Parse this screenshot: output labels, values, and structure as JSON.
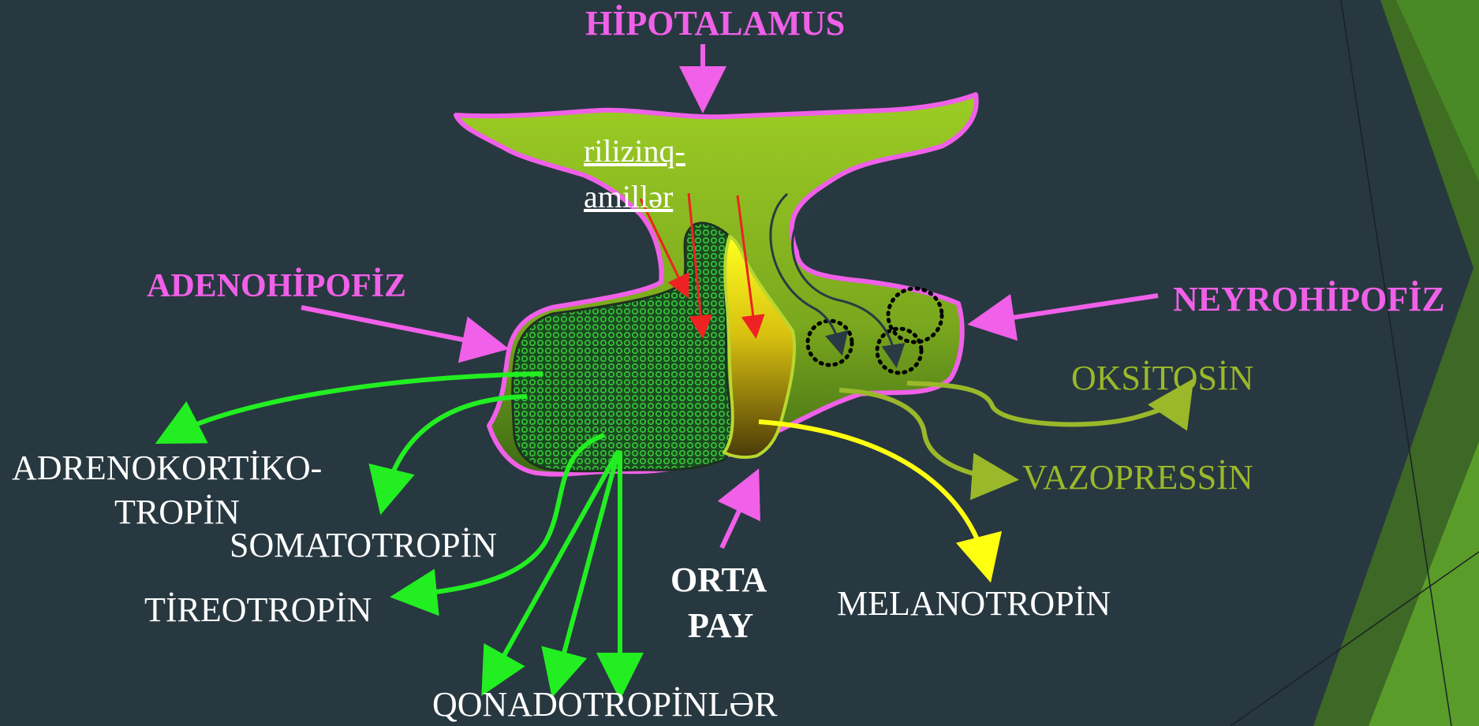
{
  "labels": {
    "hypothalamus": "HİPOTALAMUS",
    "adenohypophysis": "ADENOHİPOFİZ",
    "neurohypophysis": "NEYROHİPOFİZ",
    "releasing_factors_line1": "rilizinq-",
    "releasing_factors_line2": "amillər",
    "oxytocin": "OKSİTOSİN",
    "vasopressin": "VAZOPRESSİN",
    "melanotropin": "MELANOTROPİN",
    "middle_lobe_line1": "ORTA",
    "middle_lobe_line2": "PAY",
    "acth_line1": "ADRENOKORTİKO-",
    "acth_line2": "TROPİN",
    "somatotropin": "SOMATOTROPİN",
    "thyrotropin": "TİREOTROPİN",
    "gonadotropins": "QONADOTROPİNLƏR"
  },
  "colors": {
    "background": "#283840",
    "pink": "#f060e8",
    "green_arrow": "#22ee22",
    "olive": "#9ab82a",
    "yellow": "#ffff10",
    "red": "#ee2222",
    "gland_green": "#8cc020"
  }
}
